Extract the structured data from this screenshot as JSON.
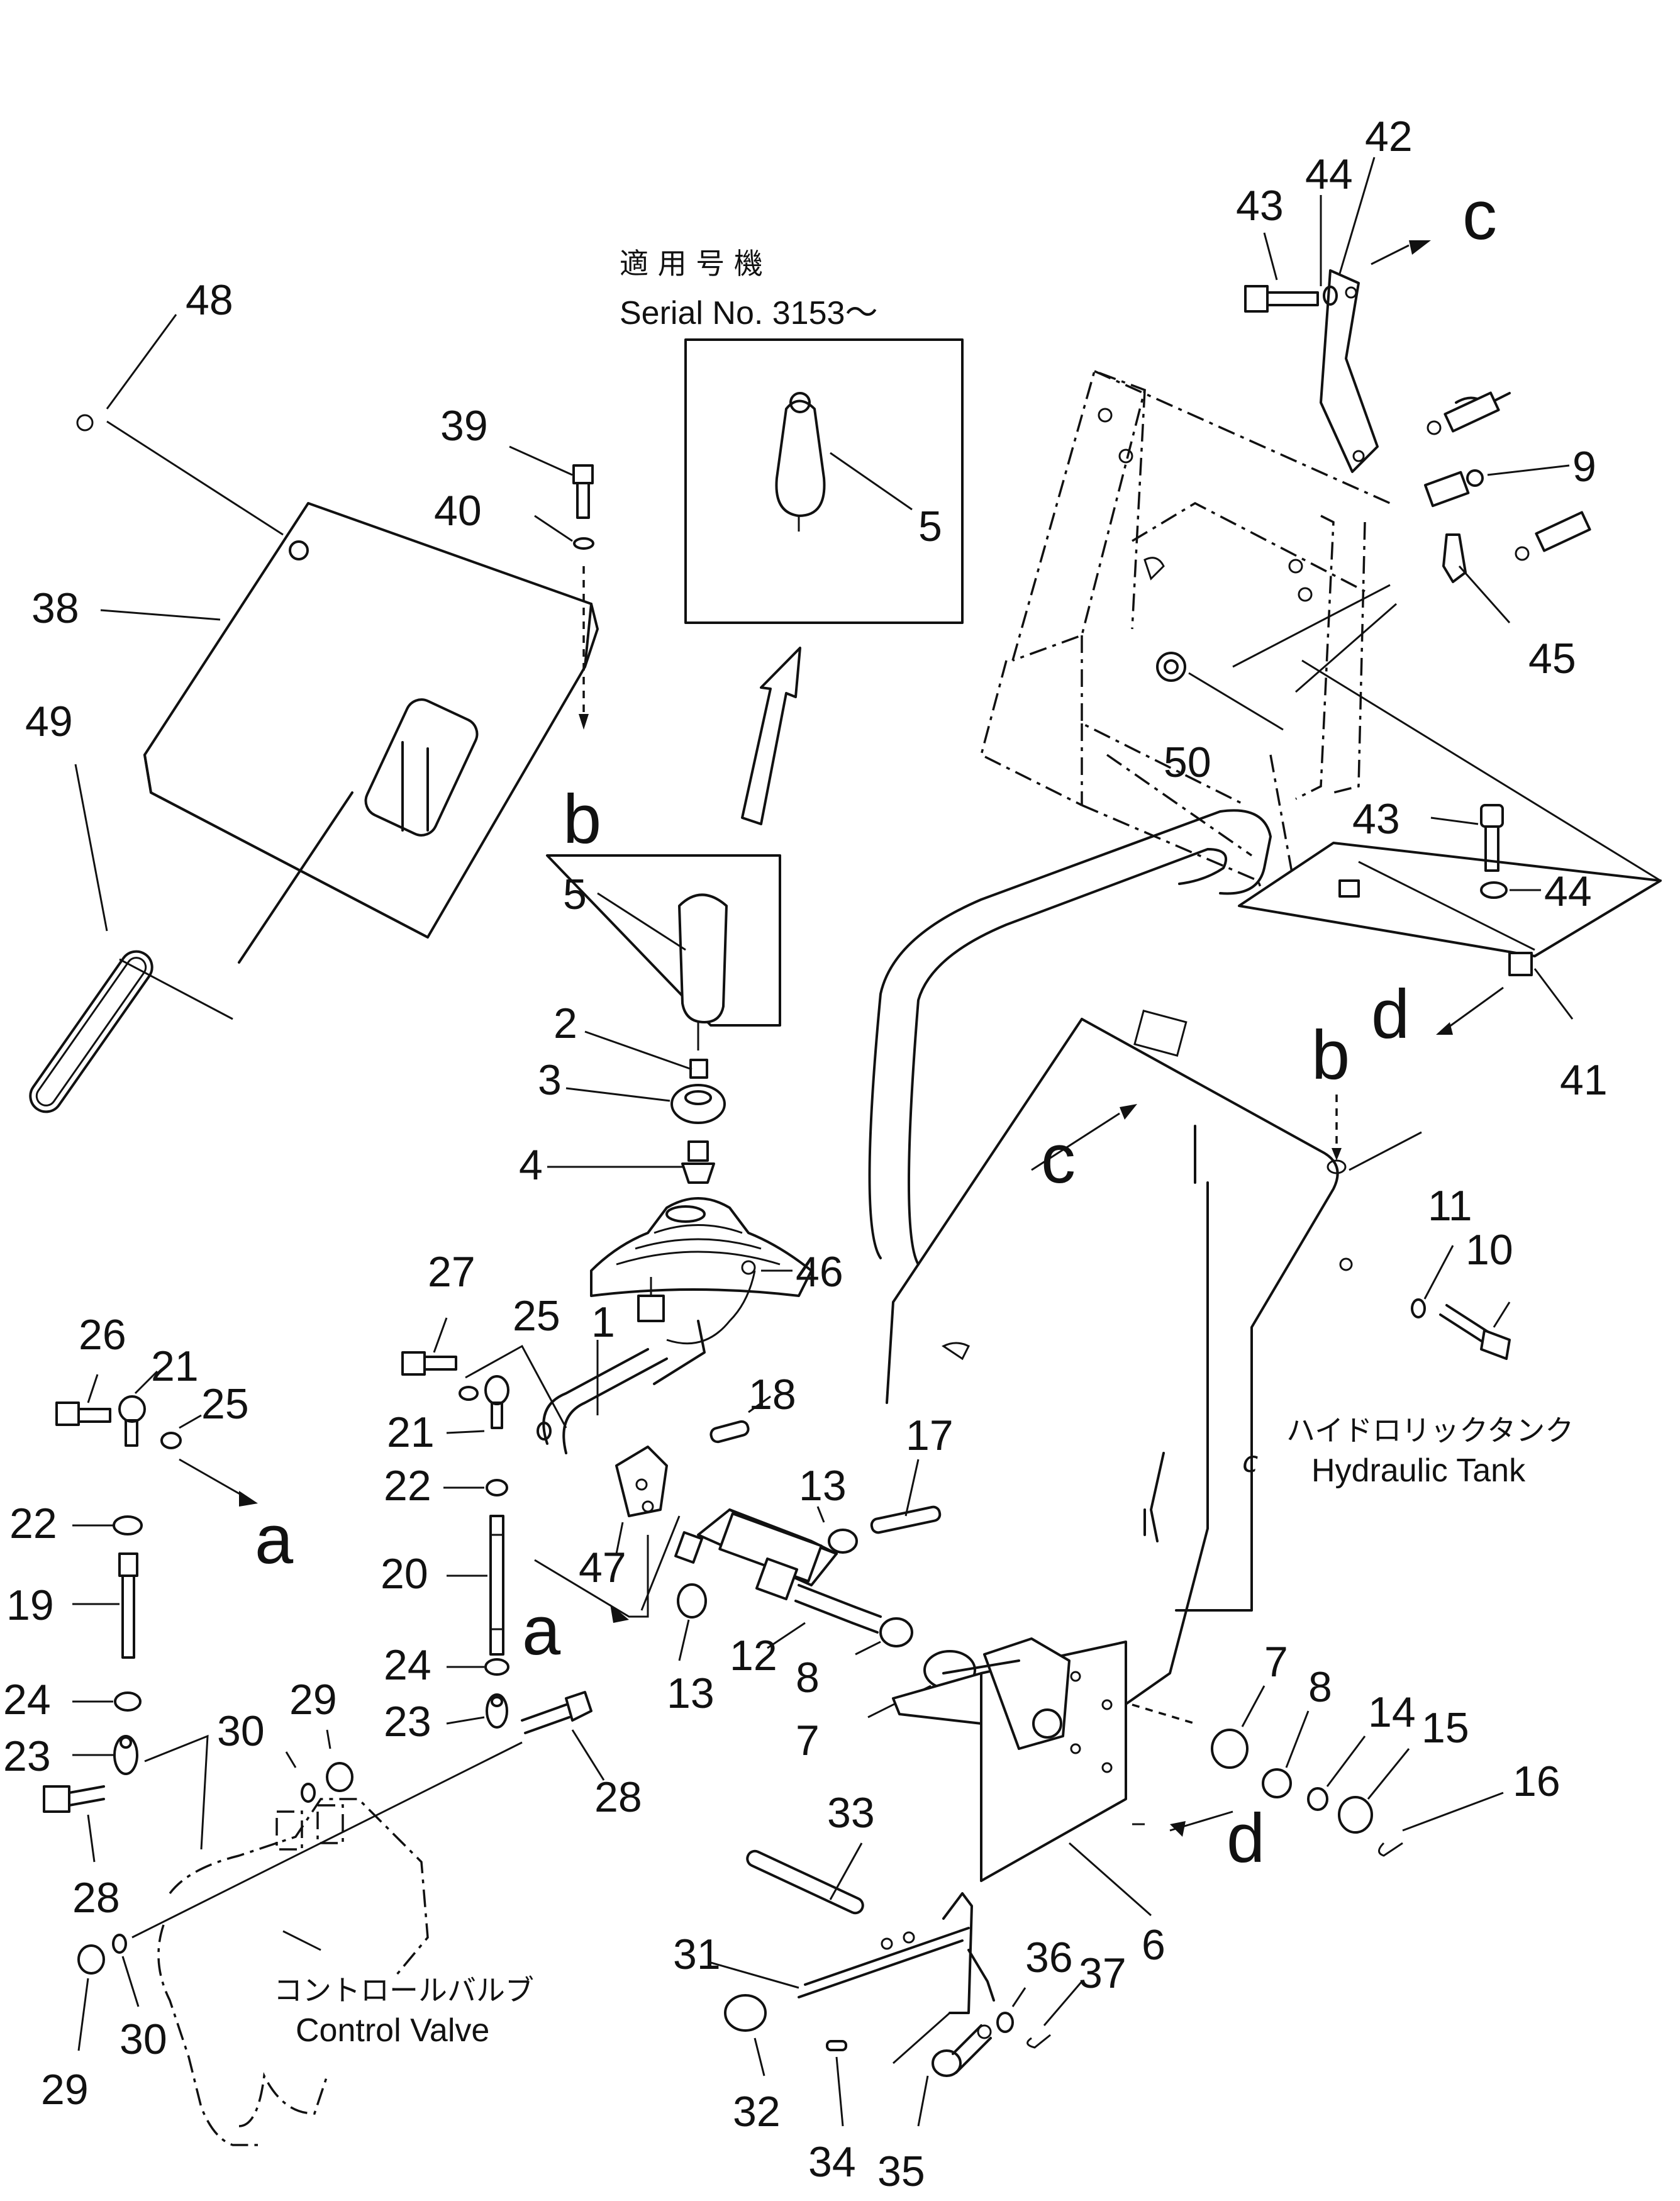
{
  "diagram": {
    "inset": {
      "title_jp": "適 用 号 機",
      "title_en": "Serial No. 3153～",
      "part": "5"
    },
    "notes": {
      "hydraulic_tank_jp": "ハイドロリックタンク",
      "hydraulic_tank_en": "Hydraulic Tank",
      "control_valve_jp": "コントロールバルブ",
      "control_valve_en": "Control Valve",
      "tank_ref": "c"
    },
    "callout_letters": {
      "a1": "a",
      "a2": "a",
      "b1": "b",
      "b2": "b",
      "c1": "c",
      "c2": "c",
      "d1": "d",
      "d2": "d"
    },
    "part_numbers": {
      "p48": "48",
      "p39": "39",
      "p40": "40",
      "p38": "38",
      "p49": "49",
      "p5": "5",
      "p2": "2",
      "p3": "3",
      "p4": "4",
      "p46": "46",
      "p43a": "43",
      "p44a": "44",
      "p42": "42",
      "p9": "9",
      "p45": "45",
      "p50": "50",
      "p43b": "43",
      "p44b": "44",
      "p41": "41",
      "p11": "11",
      "p10": "10",
      "p27": "27",
      "p25a": "25",
      "p1": "1",
      "p18": "18",
      "p17": "17",
      "p13a": "13",
      "p21a": "21",
      "p22a": "22",
      "p47": "47",
      "p20": "20",
      "p24a": "24",
      "p23a": "23",
      "p28a": "28",
      "p12": "12",
      "p8a": "8",
      "p13b": "13",
      "p7a": "7",
      "p26": "26",
      "p21b": "21",
      "p25b": "25",
      "p22b": "22",
      "p19": "19",
      "p24b": "24",
      "p23b": "23",
      "p28b": "28",
      "p30a": "30",
      "p29a": "29",
      "p29b": "29",
      "p30b": "30",
      "p7b": "7",
      "p8b": "8",
      "p14": "14",
      "p15": "15",
      "p16": "16",
      "p6": "6",
      "p33": "33",
      "p31": "31",
      "p32": "32",
      "p36": "36",
      "p37": "37",
      "p34": "34",
      "p35": "35"
    }
  }
}
